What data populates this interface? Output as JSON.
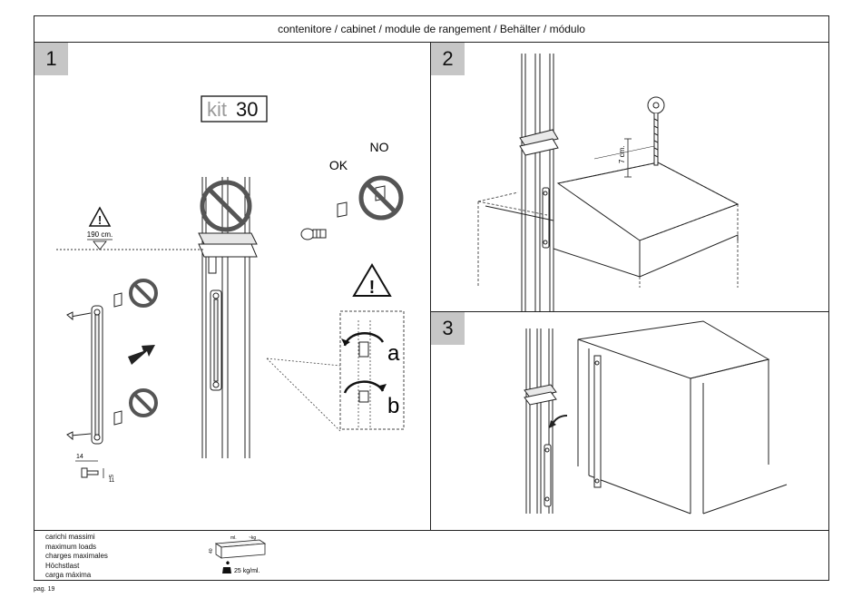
{
  "header": {
    "title": "contenitore / cabinet / module de rangement / Behälter / módulo"
  },
  "steps": [
    "1",
    "2",
    "3"
  ],
  "panel1": {
    "kit_word": "kit",
    "kit_number": "30",
    "height_label": "190 cm.",
    "ok_label": "OK",
    "no_label": "NO",
    "option_a": "a",
    "option_b": "b",
    "dim_14": "14",
    "dim_5": "5",
    "dim_11": "11"
  },
  "panel2": {
    "distance_label": "7 cm."
  },
  "footer": {
    "loads_lines": [
      "carichi massimi",
      "maximum loads",
      "charges maximales",
      "Höchstlast",
      "carga máxima"
    ],
    "dim_ml": "ml.",
    "dim_kg": "~kg",
    "dim_40": "40",
    "load_value": "25 kg/ml."
  },
  "page_number": "pag. 19",
  "colors": {
    "step_badge": "#c6c6c6",
    "line": "#222222",
    "kit_word": "#9a9a9a"
  }
}
